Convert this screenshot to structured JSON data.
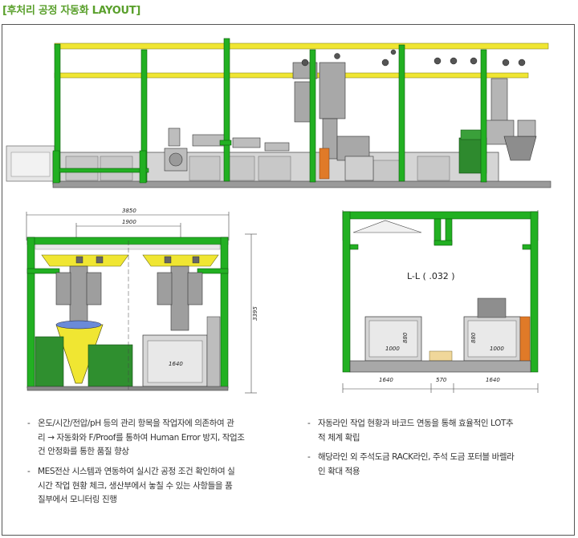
{
  "title": "[후처리 공정 자동화 LAYOUT]",
  "drawing": {
    "front_width_total": "3850",
    "front_width_inner": "1900",
    "front_height": "3395",
    "front_tank_label": "1640",
    "side_section_label": "L-L ( .032 )",
    "side_tank_left_w": "1000",
    "side_tank_left_h": "880",
    "side_tank_right_h": "880",
    "side_tank_right_w": "1000",
    "side_bottom_left": "1640",
    "side_bottom_mid": "570",
    "side_bottom_right": "1640"
  },
  "colors": {
    "green": "#22b022",
    "yellow": "#f0e632",
    "equip": "#bfbfbf",
    "steel": "#555555",
    "title": "#5aa02c"
  },
  "notes": {
    "left": [
      {
        "lines": [
          "온도/시간/전압/pH 등의 관리 항목을 작업자에 의존하여 관",
          "리 → 자동화와 F/Proof를 통하여 Human Error 방지, 작업조",
          "건 안정화를 통한 품질 향상"
        ]
      },
      {
        "lines": [
          "MES전산 시스템과 연동하여 실시간 공정 조건 확인하여 실",
          "시간 작업 현황 체크, 생산부에서 놓칠 수 있는 사항들을 품",
          "질부에서 모니터링 진행"
        ]
      }
    ],
    "right": [
      {
        "lines": [
          "자동라인 작업 현황과 바코드 연동을 통해 효율적인 LOT추",
          "적 체계 확립"
        ]
      },
      {
        "lines": [
          "해당라인 외 주석도금 RACK라인, 주석 도금 포터블 바렐라",
          "인 확대 적용"
        ]
      }
    ]
  }
}
